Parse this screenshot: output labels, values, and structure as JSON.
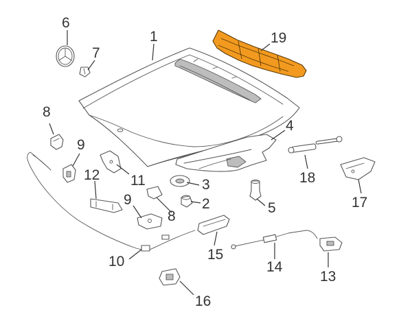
{
  "callouts": {
    "n1": "1",
    "n2": "2",
    "n3": "3",
    "n4": "4",
    "n5": "5",
    "n6": "6",
    "n7": "7",
    "n8a": "8",
    "n8b": "8",
    "n9a": "9",
    "n9b": "9",
    "n10": "10",
    "n11": "11",
    "n12": "12",
    "n13": "13",
    "n14": "14",
    "n15": "15",
    "n16": "16",
    "n17": "17",
    "n18": "18",
    "n19": "19"
  },
  "colors": {
    "highlight_part": "#f29a1f",
    "line_art": "#555555",
    "callout_text": "#333333"
  }
}
